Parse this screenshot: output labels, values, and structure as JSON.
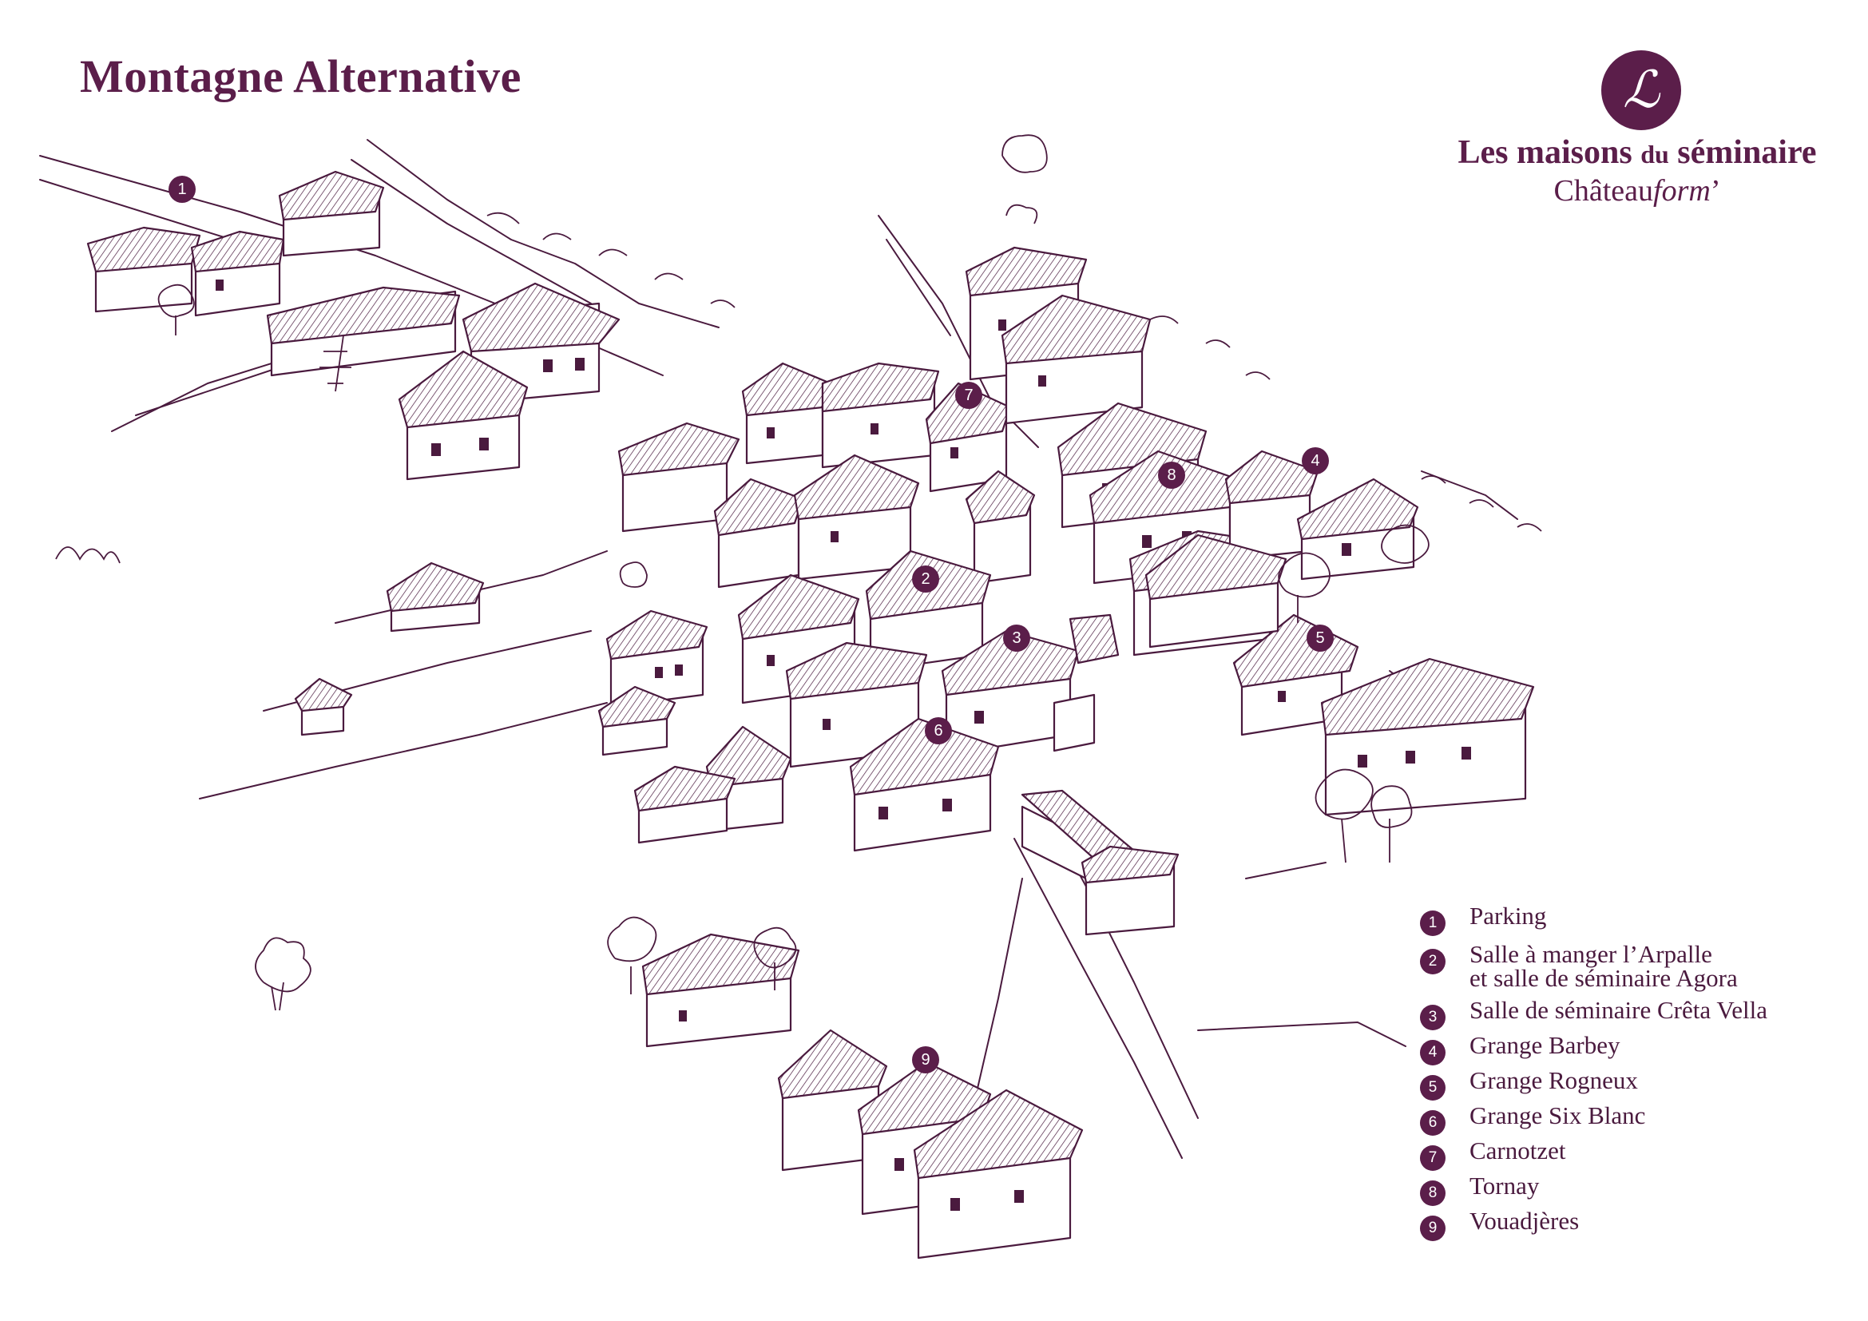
{
  "title": "Montagne Alternative",
  "brand": {
    "logo_glyph": "ℒ",
    "line1_a": "Les maisons ",
    "line1_small": "du",
    "line1_b": " séminaire",
    "line2_a": "Château",
    "line2_italic": "form",
    "line2_b": "’"
  },
  "colors": {
    "accent": "#5b1e4a",
    "ink": "#4a1a3e",
    "background": "#ffffff"
  },
  "markers": [
    "1",
    "2",
    "3",
    "4",
    "5",
    "6",
    "7",
    "8",
    "9"
  ],
  "legend": [
    {
      "num": "1",
      "label": "Parking"
    },
    {
      "num": "2",
      "label": "Salle à manger l’Arpalle\net salle de séminaire Agora"
    },
    {
      "num": "3",
      "label": "Salle de séminaire Crêta Vella"
    },
    {
      "num": "4",
      "label": "Grange Barbey"
    },
    {
      "num": "5",
      "label": "Grange Rogneux"
    },
    {
      "num": "6",
      "label": "Grange Six Blanc"
    },
    {
      "num": "7",
      "label": "Carnotzet"
    },
    {
      "num": "8",
      "label": "Tornay"
    },
    {
      "num": "9",
      "label": "Vouadjères"
    }
  ]
}
